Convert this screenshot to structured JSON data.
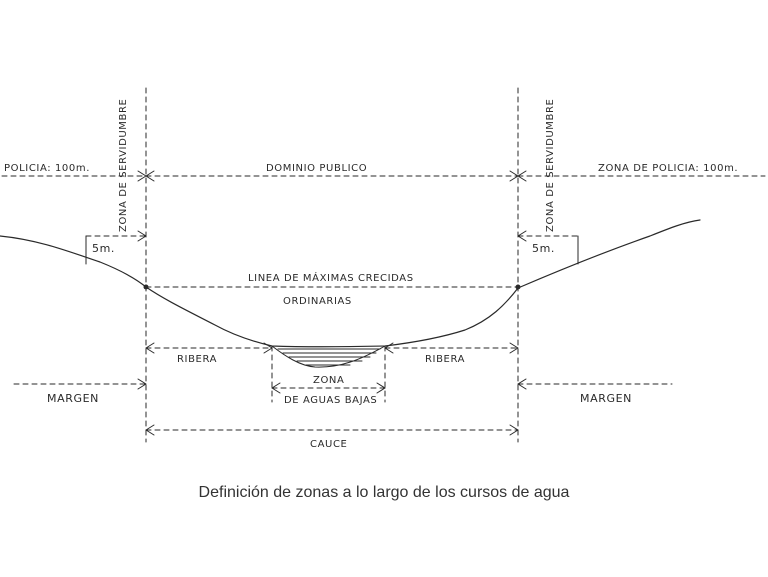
{
  "labels": {
    "policia_left": "POLICIA: 100m.",
    "zona_servidumbre_left": "ZONA DE SERVIDUMBRE",
    "dominio_publico": "DOMINIO PUBLICO",
    "zona_servidumbre_right": "ZONA DE SERVIDUMBRE",
    "zona_policia_right": "ZONA DE POLICIA: 100m.",
    "cinco_m_left": "5m.",
    "cinco_m_right": "5m.",
    "linea_maximas": "LINEA DE MÁXIMAS CRECIDAS",
    "ordinarias": "ORDINARIAS",
    "ribera_left": "RIBERA",
    "ribera_right": "RIBERA",
    "zona": "ZONA",
    "aguas_bajas": "DE AGUAS BAJAS",
    "margen_left": "MARGEN",
    "margen_right": "MARGEN",
    "cauce": "CAUCE"
  },
  "caption": "Definición de zonas a lo largo de los cursos de agua"
}
